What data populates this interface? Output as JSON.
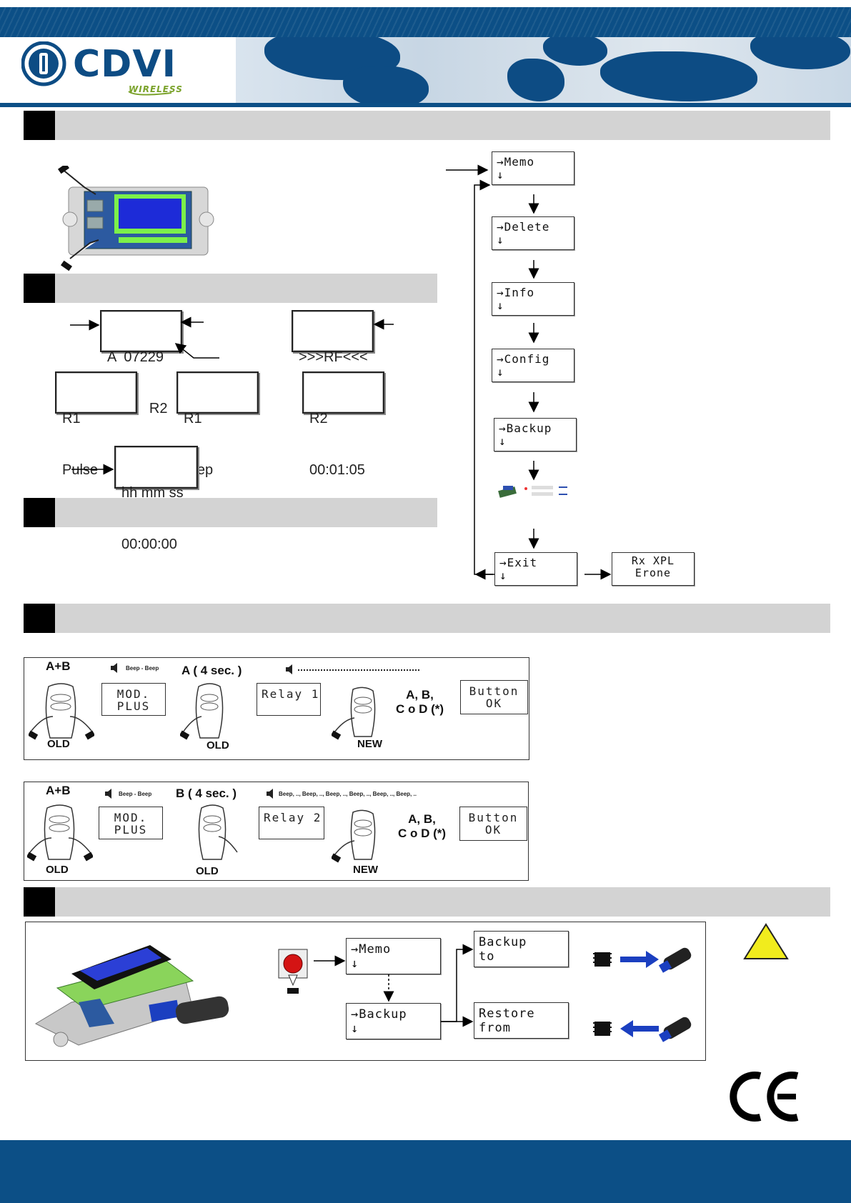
{
  "brand": {
    "name": "CDVI",
    "sub": "WIRELESS"
  },
  "section1_flow": [
    {
      "l1": "→Memo",
      "l2": "↓"
    },
    {
      "l1": "→Delete",
      "l2": "↓"
    },
    {
      "l1": "→Info",
      "l2": "↓"
    },
    {
      "l1": "→Config",
      "l2": "↓"
    },
    {
      "l1": "→Backup",
      "l2": "↓"
    },
    {
      "l1": "→Exit",
      "l2": "↓"
    }
  ],
  "exit_result": {
    "l1": "Rx XPL",
    "l2": "Erone"
  },
  "lcd": {
    "main": {
      "l1": "A  07229",
      "l2": "R1      R2"
    },
    "rf": {
      "l1": ">>>RF<<<"
    },
    "r1_pulse": {
      "l1": "R1",
      "l2": "Pulse"
    },
    "r1_step": {
      "l1": "R1",
      "l2": "Step"
    },
    "r2_time": {
      "l1": "R2",
      "l2": "00:01:05"
    },
    "timer": {
      "l1": "hh mm ss",
      "l2": "00:00:00"
    }
  },
  "prog1": {
    "ab": "A+B",
    "beep": "Beep - Beep",
    "mod": "MOD.\nPLUS",
    "step": "A ( 4 sec. )",
    "relay": "Relay 1",
    "buttons": "A, B,\nC o D (*)",
    "ok": "Button\nOK",
    "old1": "OLD",
    "old2": "OLD",
    "new": "NEW"
  },
  "prog2": {
    "ab": "A+B",
    "beep": "Beep - Beep",
    "beep2": "Beep, .., Beep, .., Beep, .., Beep, .., Beep, .., Beep, ..",
    "mod": "MOD.\nPLUS",
    "step": "B ( 4 sec. )",
    "relay": "Relay 2",
    "buttons": "A, B,\nC o D (*)",
    "ok": "Button\nOK",
    "old1": "OLD",
    "old2": "OLD",
    "new": "NEW"
  },
  "backup": {
    "memo": {
      "l1": "→Memo",
      "l2": "↓"
    },
    "backup": {
      "l1": "→Backup",
      "l2": "↓"
    },
    "to": {
      "l1": "Backup",
      "l2": "to"
    },
    "from": {
      "l1": "Restore",
      "l2": "from"
    }
  },
  "ce": "CE"
}
